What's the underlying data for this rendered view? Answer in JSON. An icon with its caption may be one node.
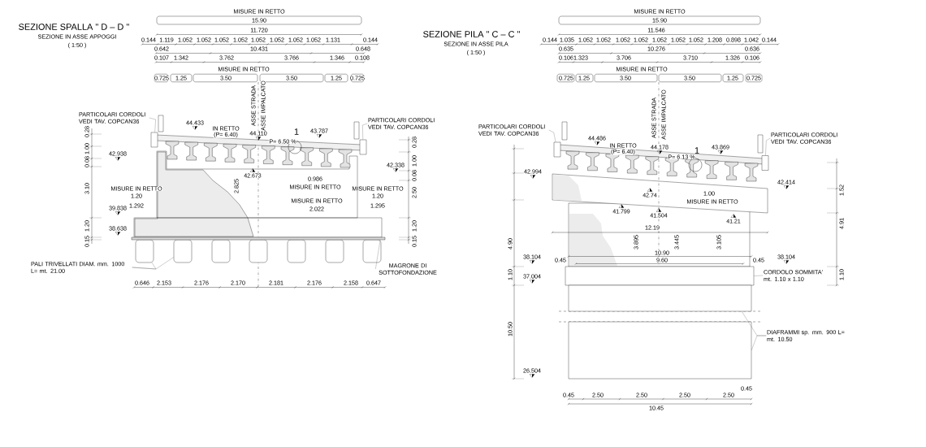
{
  "diagram": {
    "nodes": [
      {
        "text": [
          "PARTICOLARI CORDOLI VEDI TAV. COPCAN36"
        ]
      },
      {
        "text": [
          "PARTICOLARI CORDOLI VEDI TAV. COPCAN36"
        ]
      },
      {
        "text": [
          "PALI TRIVELLATI DIAM. mm. 1000 L= mt. 21.00"
        ]
      },
      {
        "text": [
          "MAGRONE DI SOTTOFONDAZIONE"
        ]
      },
      {
        "text": [
          "PARTICOLARI CORDOLI VEDI TAV. COPCAN36"
        ]
      },
      {
        "text": [
          "PARTICOLARI CORDOLI VEDI TAV. COPCAN36"
        ]
      },
      {
        "text": [
          "CORDOLO SOMMITA' mt. 1.10 x 1.10"
        ]
      },
      {
        "text": [
          "DIAFRAMMI sp. mm. 900 L= mt. 10.50"
        ]
      },
      {
        "text": [],
        "shape": "box"
      },
      {
        "text": [],
        "shape": "box"
      },
      {
        "text": [],
        "shape": "box"
      },
      {
        "text": [],
        "shape": "box"
      },
      {
        "text": [],
        "shape": "box"
      },
      {
        "text": [],
        "shape": "box"
      },
      {
        "text": [],
        "shape": "box"
      },
      {
        "text": [],
        "shape": "box"
      },
      {
        "text": [],
        "shape": "box"
      },
      {
        "text": [],
        "shape": "bar"
      },
      {
        "text": [],
        "shape": "box"
      },
      {
        "text": [],
        "shape": "box"
      },
      {
        "text": [],
        "shape": "box"
      },
      {
        "text": [],
        "shape": "box"
      },
      {
        "text": [],
        "shape": "box"
      }
    ],
    "edges": [
      {
        "from": 0,
        "to": 8,
        "arrow": "none"
      },
      {
        "from": 1,
        "to": 9,
        "arrow": "none"
      },
      {
        "from": 2,
        "to": 10,
        "arrow": "none"
      },
      {
        "from": 2,
        "to": 11,
        "arrow": "none"
      },
      {
        "from": 3,
        "to": 17,
        "arrow": "none"
      },
      {
        "from": 4,
        "to": 18,
        "arrow": "none"
      },
      {
        "from": 5,
        "to": 19,
        "arrow": "none"
      },
      {
        "from": 6,
        "to": 20,
        "arrow": "none"
      },
      {
        "from": 7,
        "to": 21,
        "arrow": "none"
      },
      {
        "from": 7,
        "to": 22,
        "arrow": "none"
      }
    ],
    "labels": [
      "SEZIONE SPALLA \" D – D \"",
      "SEZIONE IN ASSE APPOGGI",
      "( 1:50 )",
      "MISURE IN RETTO",
      "15.90",
      "11.720",
      "0.144",
      "1.119",
      "1.052",
      "1.052",
      "1.052",
      "1.052",
      "1.052",
      "1.052",
      "1.052",
      "1.052",
      "1.131",
      "0.144",
      "0.642",
      "10.431",
      "0.648",
      "0.107",
      "1.342",
      "3.762",
      "3.766",
      "1.346",
      "0.108",
      "MISURE IN RETTO",
      "0.725",
      "1.25",
      "3.50",
      "3.50",
      "1.25",
      "0.725",
      "ASSE STRADA",
      "ASSE IMPALCATO",
      "44.433",
      "IN RETTO",
      "(P= 6.40)",
      "44.110",
      "P= 6.50 %",
      "1",
      "43.787",
      "42.938",
      "42.338",
      "42.673",
      "0.986",
      "MISURE IN RETTO",
      "MISURE IN RETTO",
      "1.20",
      "1.292",
      "MISURE IN RETTO",
      "1.20",
      "1.295",
      "MISURE IN RETTO",
      "2.022",
      "2.825",
      "39.838",
      "38.638",
      "0.646",
      "2.153",
      "2.176",
      "2.170",
      "2.181",
      "2.176",
      "2.158",
      "0.647",
      "0.28",
      "1.00",
      "0.08",
      "3.10",
      "1.20",
      "0.15",
      "0.28",
      "1.00",
      "0.08",
      "2.50",
      "1.20",
      "0.15",
      "SEZIONE PILA \" C – C \"",
      "SEZIONE IN ASSE PILA",
      "( 1:50 )",
      "MISURE IN RETTO",
      "15.90",
      "11.546",
      "0.144",
      "1.035",
      "1.052",
      "1.052",
      "1.052",
      "1.052",
      "1.052",
      "1.052",
      "1.052",
      "1.208",
      "0.898",
      "1.042",
      "0.144",
      "0.635",
      "10.276",
      "0.636",
      "0.106",
      "1.323",
      "3.706",
      "3.710",
      "1.326",
      "0.106",
      "MISURE IN RETTO",
      "0.725",
      "1.25",
      "3.50",
      "3.50",
      "1.25",
      "0.725",
      "ASSE STRADA",
      "ASSE IMPALCATO",
      "44.486",
      "IN RETTO",
      "(P= 6.40)",
      "44.178",
      "P= 6.13 %",
      "1",
      "43.869",
      "42.994",
      "42.414",
      "42.74",
      "1.00",
      "MISURE IN RETTO",
      "41.799",
      "41.504",
      "41.21",
      "12.19",
      "3.895",
      "3.445",
      "3.105",
      "10.90",
      "0.45",
      "9.60",
      "0.45",
      "38.104",
      "38.104",
      "37.004",
      "26.504",
      "0.45",
      "0.45",
      "2.50",
      "2.50",
      "2.50",
      "2.50",
      "10.45",
      "4.90",
      "1.10",
      "10.50",
      "1.52",
      "4.91",
      "1.10"
    ]
  }
}
